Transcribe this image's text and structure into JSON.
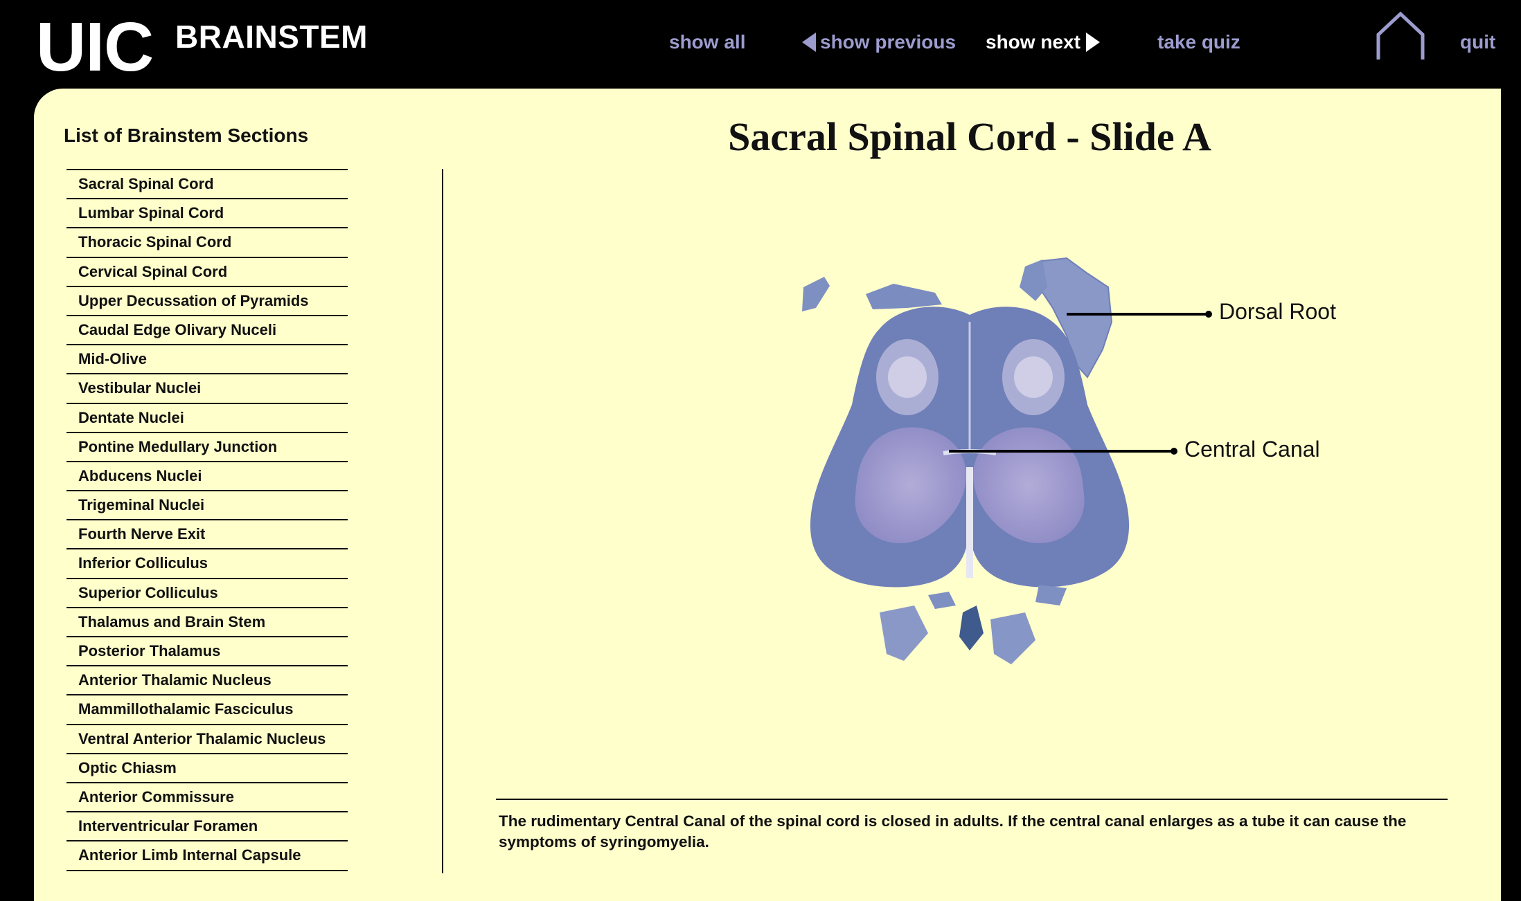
{
  "header": {
    "logo_uic": "UIC",
    "logo_title": "BRAINSTEM",
    "nav": {
      "show_all": "show all",
      "show_previous": "show previous",
      "show_next": "show next",
      "take_quiz": "take quiz",
      "quit": "quit"
    },
    "home_icon": "home-icon",
    "colors": {
      "nav_link": "#9c9ccf",
      "nav_active": "#ffffff",
      "background": "#000000"
    }
  },
  "sidebar": {
    "title": "List of Brainstem Sections",
    "items": [
      "Sacral Spinal Cord",
      "Lumbar Spinal Cord",
      "Thoracic Spinal Cord",
      "Cervical Spinal Cord",
      "Upper Decussation of Pyramids",
      "Caudal Edge Olivary Nuceli",
      "Mid-Olive",
      "Vestibular Nuclei",
      "Dentate Nuclei",
      "Pontine Medullary Junction",
      "Abducens Nuclei",
      "Trigeminal Nuclei",
      "Fourth Nerve Exit",
      "Inferior Colliculus",
      "Superior Colliculus",
      "Thalamus and Brain Stem",
      "Posterior Thalamus",
      "Anterior Thalamic Nucleus",
      "Mammillothalamic Fasciculus",
      "Ventral Anterior Thalamic Nucleus",
      "Optic Chiasm",
      "Anterior Commissure",
      "Interventricular Foramen",
      "Anterior Limb Internal Capsule"
    ]
  },
  "main": {
    "slide_title": "Sacral Spinal Cord - Slide A",
    "annotations": {
      "dorsal_root": "Dorsal Root",
      "central_canal": "Central Canal"
    },
    "caption": "The rudimentary Central Canal of the spinal cord is closed in adults.  If the central canal enlarges as a tube it can cause the symptoms of syringomyelia.",
    "colors": {
      "panel": "#ffffcc",
      "tissue": "#6f7fb8",
      "tissue_light": "#a9a6d6"
    }
  }
}
